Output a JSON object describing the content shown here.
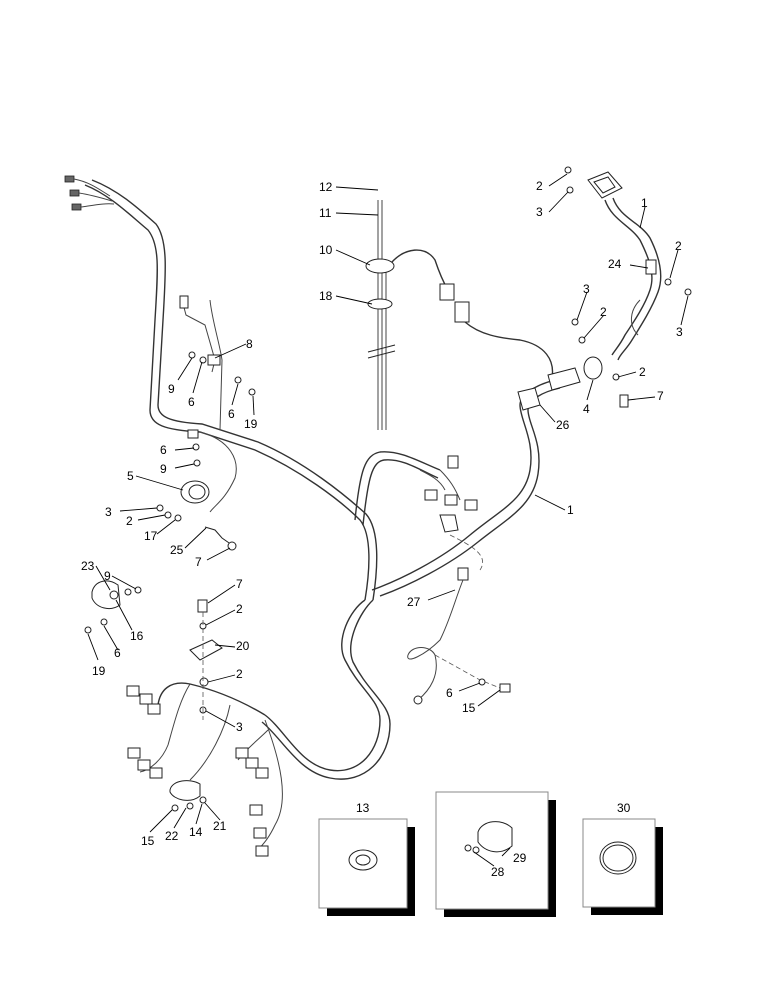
{
  "callouts": {
    "c1_right": "1",
    "c1_top": "1",
    "c2_a": "2",
    "c2_b": "2",
    "c2_c": "2",
    "c2_d": "2",
    "c2_e": "2",
    "c2_f": "2",
    "c2_g": "2",
    "c3_a": "3",
    "c3_b": "3",
    "c3_c": "3",
    "c3_d": "3",
    "c3_e": "3",
    "c4": "4",
    "c5": "5",
    "c6_a": "6",
    "c6_b": "6",
    "c6_c": "6",
    "c6_d": "6",
    "c6_e": "6",
    "c7_a": "7",
    "c7_b": "7",
    "c7_c": "7",
    "c8": "8",
    "c9_a": "9",
    "c9_b": "9",
    "c9_c": "9",
    "c10": "10",
    "c11": "11",
    "c12": "12",
    "c13": "13",
    "c14": "14",
    "c15_a": "15",
    "c15_b": "15",
    "c16": "16",
    "c17": "17",
    "c18": "18",
    "c19_a": "19",
    "c19_b": "19",
    "c20": "20",
    "c21": "21",
    "c22": "22",
    "c23": "23",
    "c24": "24",
    "c25": "25",
    "c26": "26",
    "c27": "27",
    "c28": "28",
    "c29": "29",
    "c30": "30"
  }
}
